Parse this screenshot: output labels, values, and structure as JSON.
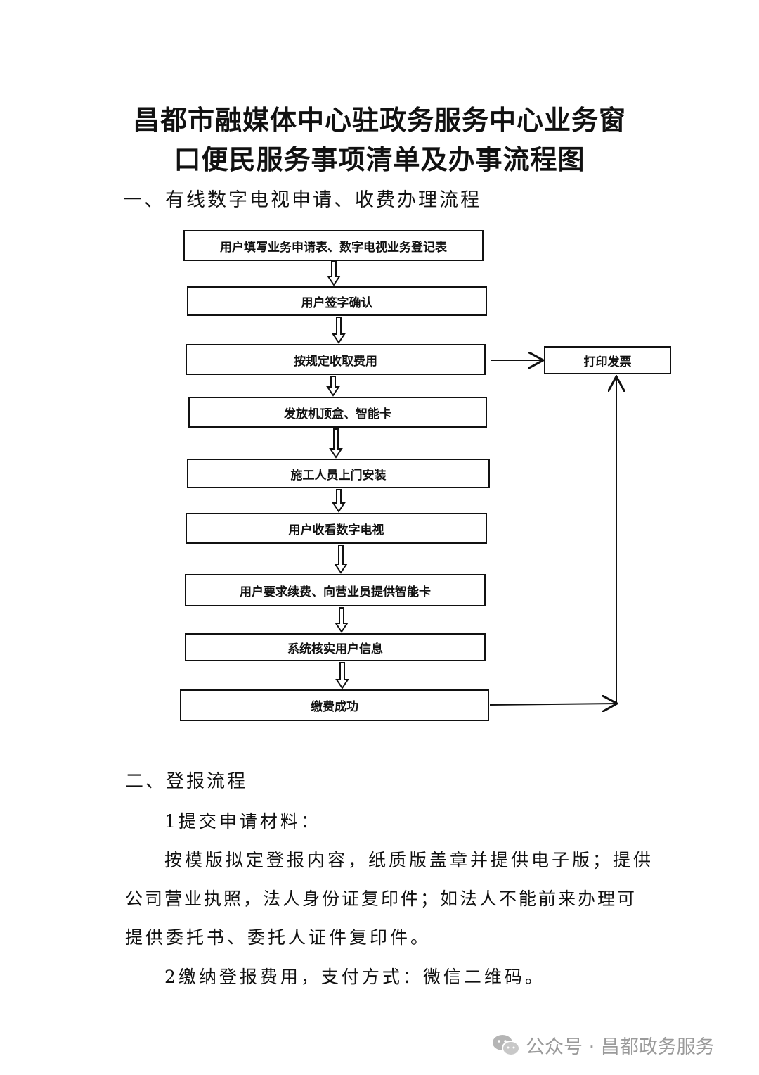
{
  "document": {
    "title_line1": "昌都市融媒体中心驻政务服务中心业务窗",
    "title_line2": "口便民服务事项清单及办事流程图",
    "section1_heading": "一、有线数字电视申请、收费办理流程",
    "flowchart": {
      "steps": [
        "用户填写业务申请表、数字电视业务登记表",
        "用户签字确认",
        "按规定收取费用",
        "发放机顶盒、智能卡",
        "施工人员上门安装",
        "用户收看数字电视",
        "用户要求续费、向营业员提供智能卡",
        "系统核实用户信息",
        "缴费成功"
      ],
      "side_box": "打印发票"
    },
    "section2_heading": "二、登报流程",
    "step1_label": "1提交申请材料：",
    "step1_line1": "按模版拟定登报内容，纸质版盖章并提供电子版；提供",
    "step1_line2": "公司营业执照，法人身份证复印件；如法人不能前来办理可",
    "step1_line3": "提供委托书、委托人证件复印件。",
    "step2_label": "2缴纳登报费用，支付方式：微信二维码。"
  },
  "watermark": {
    "text": "公众号 · 昌都政务服务",
    "icon": "wechat-icon"
  }
}
